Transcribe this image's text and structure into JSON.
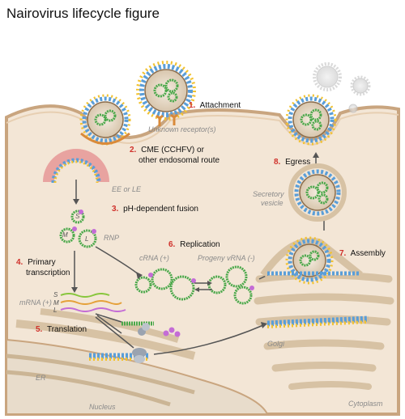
{
  "figure": {
    "title": "Nairovirus lifecycle figure"
  },
  "steps": {
    "s1": {
      "num": "1.",
      "label": "Attachment"
    },
    "s2": {
      "num": "2.",
      "label_line1": "CME (CCHFV) or",
      "label_line2": "other endosomal route"
    },
    "s3": {
      "num": "3.",
      "label": "pH-dependent fusion"
    },
    "s4": {
      "num": "4.",
      "label_line1": "Primary",
      "label_line2": "transcription"
    },
    "s5": {
      "num": "5.",
      "label": "Translation"
    },
    "s6": {
      "num": "6.",
      "label": "Replication"
    },
    "s7": {
      "num": "7.",
      "label": "Assembly"
    },
    "s8": {
      "num": "8.",
      "label": "Egress"
    }
  },
  "labels": {
    "receptor": "Unknown receptor(s)",
    "endosome": "EE or LE",
    "rnp": "RNP",
    "seg_s": "S",
    "seg_m": "M",
    "seg_l": "L",
    "crna": "cRNA (+)",
    "progeny": "Progeny vRNA (-)",
    "mrna": "mRNA (+)",
    "mrna_s": "S",
    "mrna_m": "M",
    "mrna_l": "L",
    "secretory_line1": "Secretory",
    "secretory_line2": "vesicle",
    "golgi": "Golgi",
    "er": "ER",
    "nucleus": "Nucleus",
    "cytoplasm": "Cytoplasm"
  },
  "colors": {
    "step_number": "#d0302a",
    "cell_fill": "#f3e6d6",
    "membrane": "#c9a57f",
    "endosome_pink": "#e8a3a0",
    "spike_blue": "#5a9ed8",
    "spike_yellow": "#f2c230",
    "rnp_green": "#4aa84a",
    "muted_label": "#8a8a8a"
  }
}
